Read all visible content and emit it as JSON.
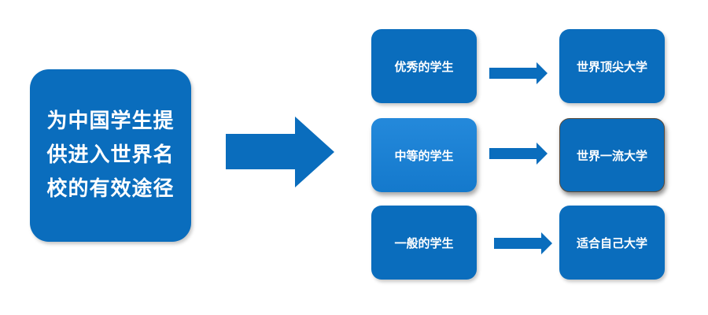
{
  "diagram": {
    "source": {
      "lines": [
        "为中国学生提",
        "供进入世界名",
        "校的有效途径"
      ]
    },
    "rows": [
      {
        "student": "优秀的学生",
        "university": "世界顶尖大学"
      },
      {
        "student": "中等的学生",
        "university": "世界一流大学"
      },
      {
        "student": "一般的学生",
        "university": "适合自己大学"
      }
    ],
    "colors": {
      "primary": "#0a6dbd",
      "highlight": "#1479cc",
      "text": "#ffffff",
      "background": "#ffffff"
    }
  }
}
